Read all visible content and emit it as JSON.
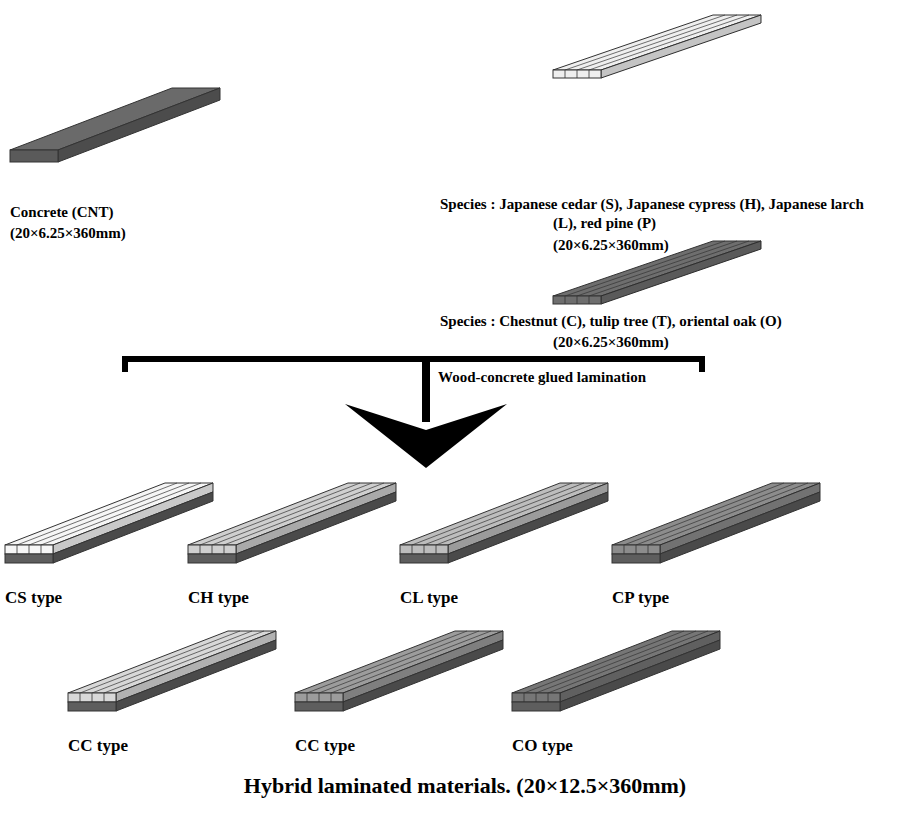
{
  "diagram": {
    "caption": "Hybrid laminated materials. (20×12.5×360mm)",
    "labels": [
      "Concrete (CNT)",
      "(20×6.25×360mm)",
      "Species : Japanese cedar (S), Japanese cypress (H), Japanese larch (L), red pine (P)",
      "(20×6.25×360mm)",
      "Species : Chestnut (C), tulip tree (T), oriental oak (O)",
      "(20×6.25×360mm)",
      "Wood-concrete glued lamination",
      "CS type",
      "CH type",
      "CL type",
      "CP type",
      "CC type",
      "CC type",
      "CO type"
    ]
  }
}
